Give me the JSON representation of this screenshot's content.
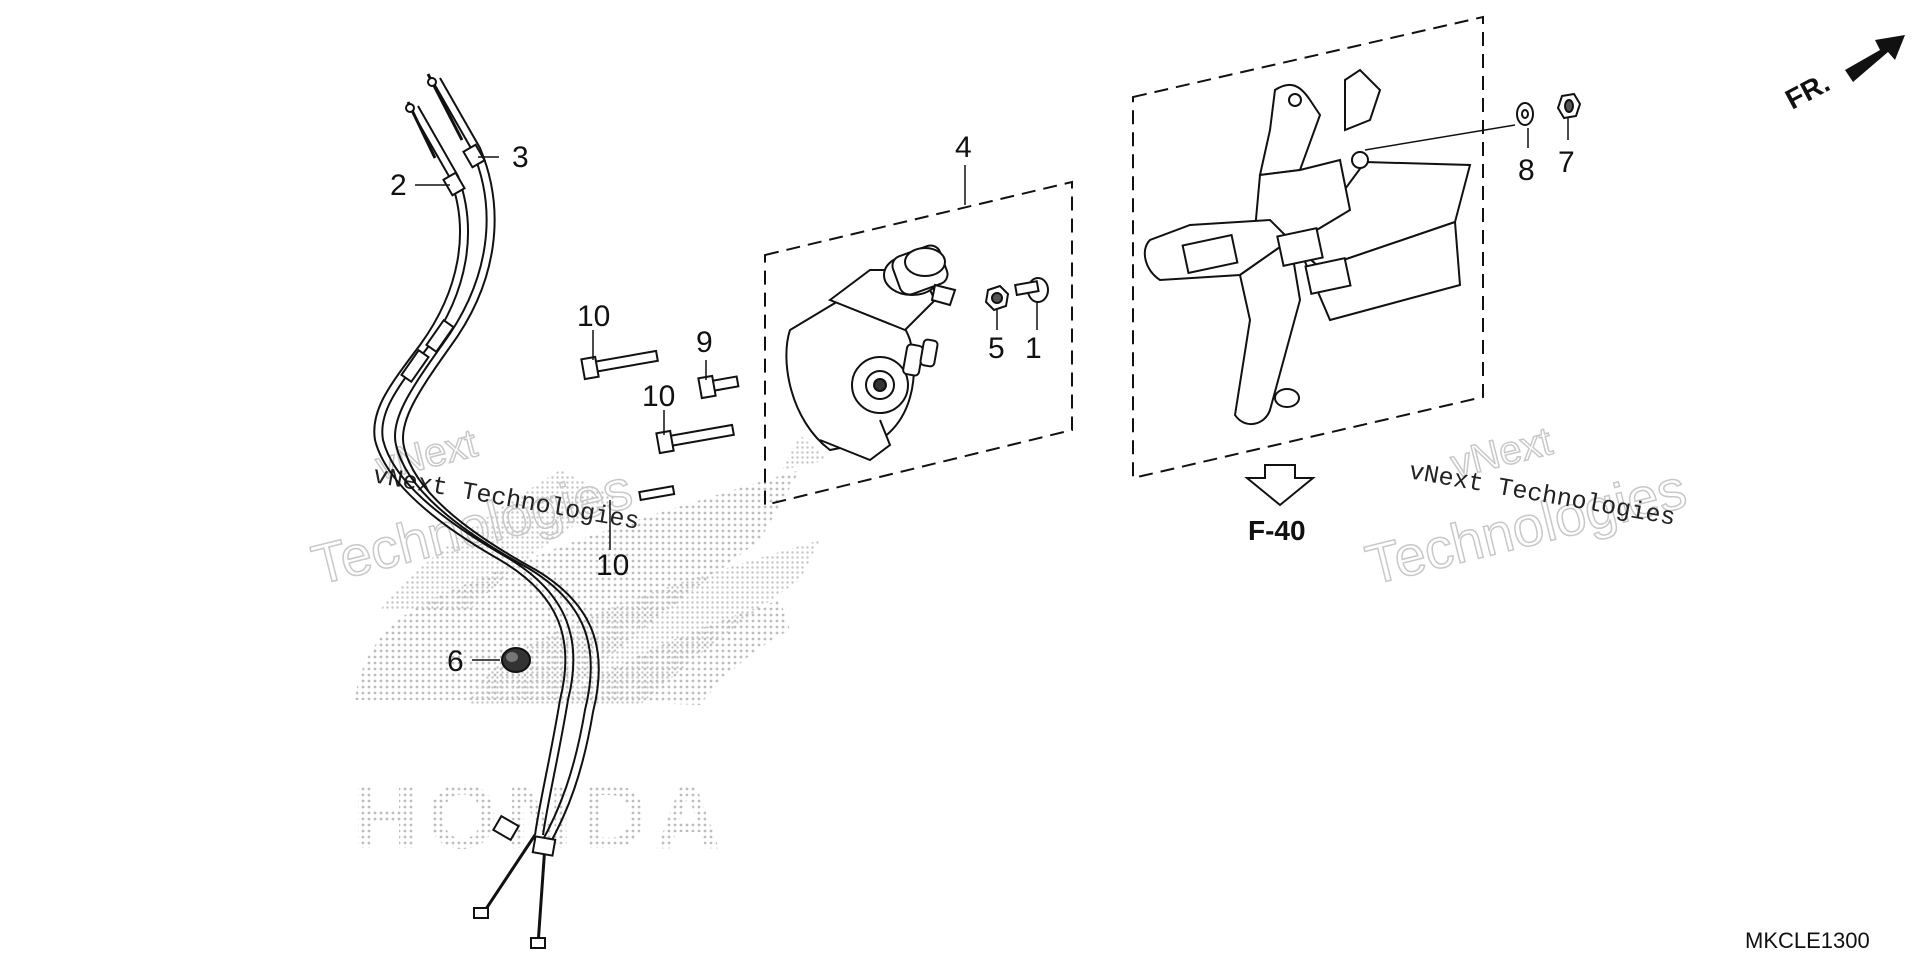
{
  "diagram": {
    "callouts": {
      "c1": "1",
      "c2": "2",
      "c3": "3",
      "c4": "4",
      "c5": "5",
      "c6": "6",
      "c7": "7",
      "c8": "8",
      "c9": "9",
      "c10a": "10",
      "c10b": "10",
      "c10c": "10"
    },
    "reference_arrow": {
      "label": "F-40"
    },
    "direction_indicator": {
      "label": "FR."
    },
    "diagram_code": "MKCLE1300",
    "watermarks": {
      "left_line": "vNext Technologies",
      "left_big_1": "vNext",
      "left_big_2": "Technologies",
      "right_line": "vNext Technologies",
      "right_big_1": "vNext",
      "right_big_2": "Technologies"
    },
    "logo_text": "HONDA",
    "colors": {
      "line": "#111111",
      "watermark": "#c8c8c8",
      "logo": "#d6d6d6"
    }
  }
}
